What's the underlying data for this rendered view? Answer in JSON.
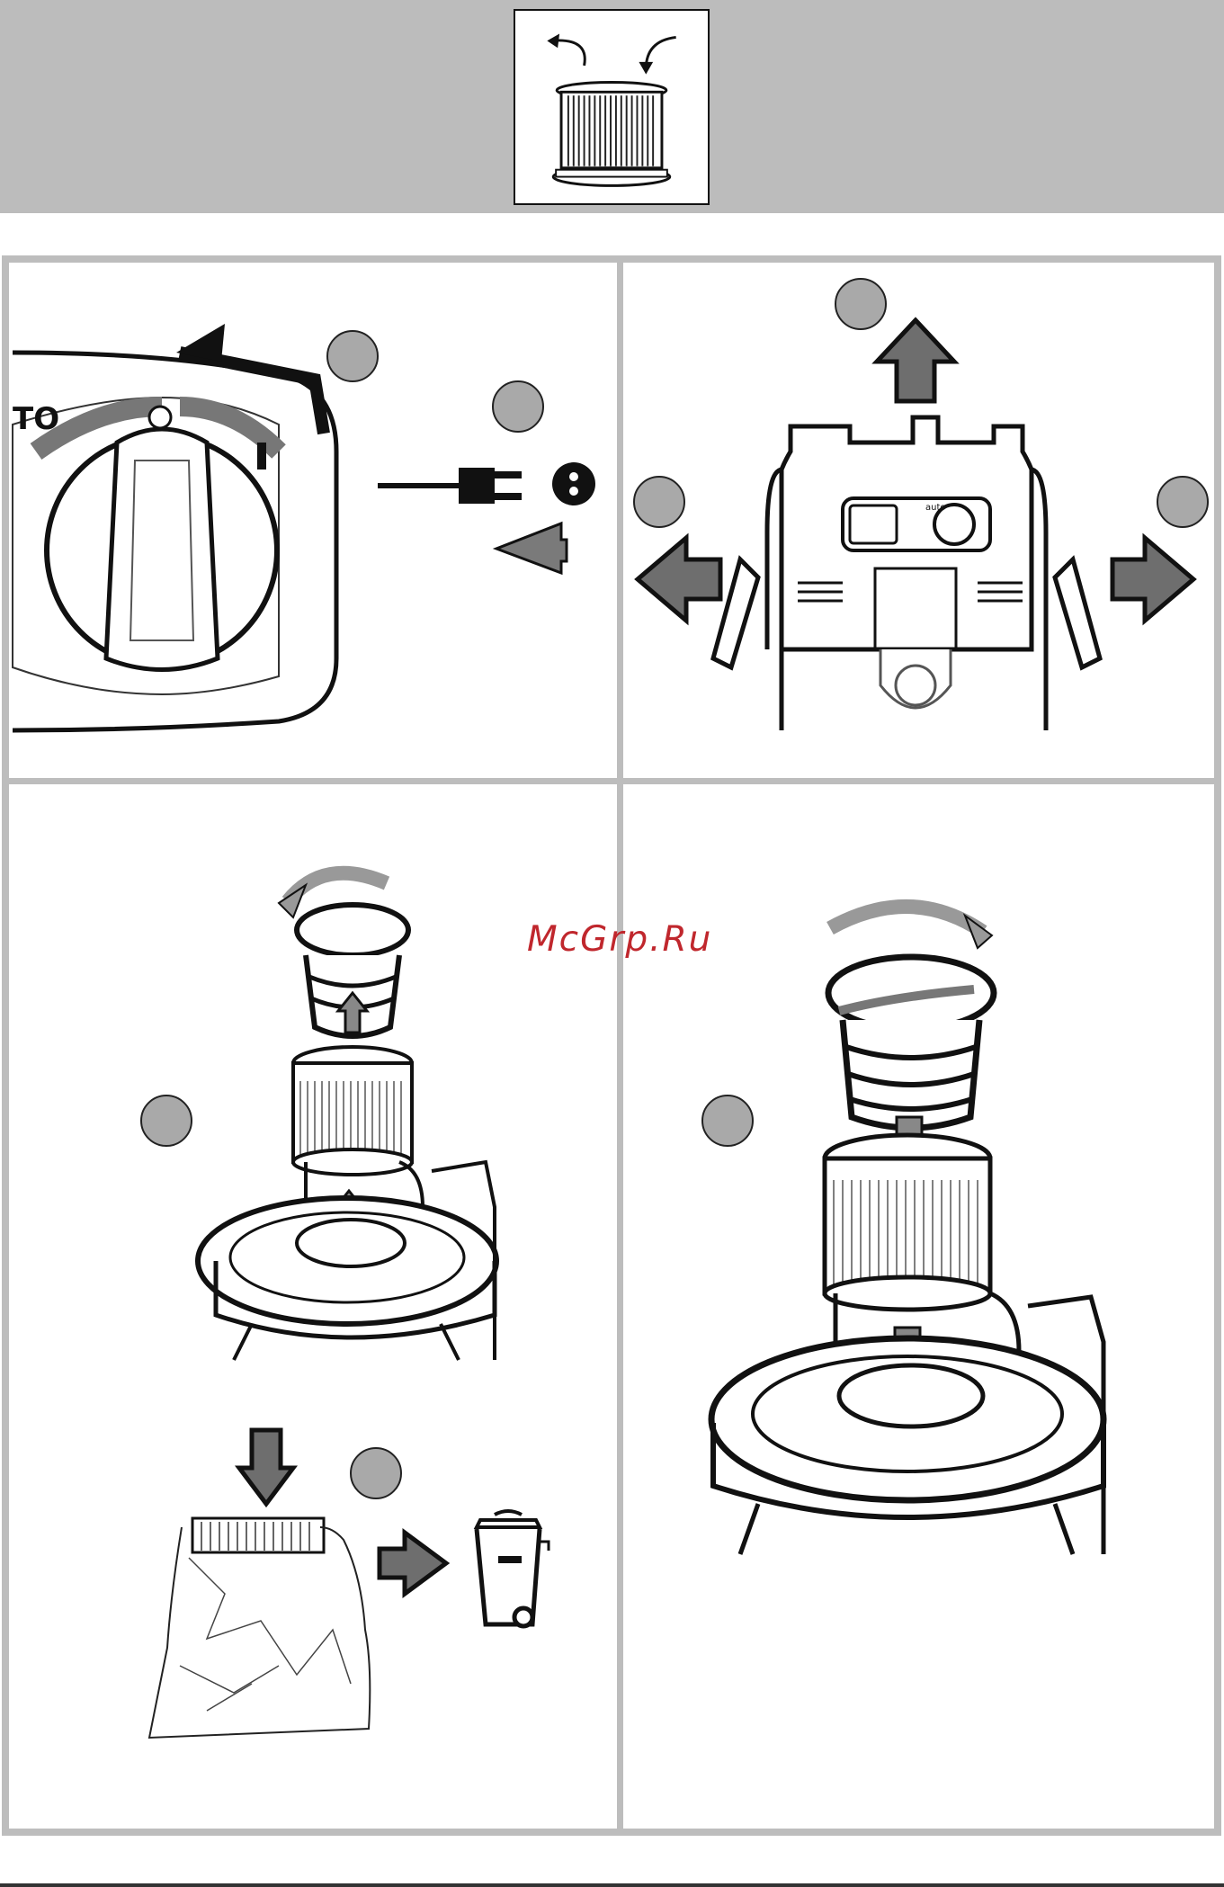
{
  "header": {
    "thumbnail_icon": "filter-cartridge-rotate-icon"
  },
  "panels": [
    {
      "id": "switch-off-unplug",
      "icons": [
        "rotary-switch-icon",
        "power-plug-icon",
        "step-marker-icon"
      ]
    },
    {
      "id": "release-motor-head",
      "icons": [
        "motor-head-icon",
        "arrow-up-icon",
        "arrow-left-icon",
        "arrow-right-icon"
      ]
    },
    {
      "id": "remove-dispose-filter",
      "icons": [
        "filter-basket-icon",
        "filter-cartridge-icon",
        "plastic-bag-icon",
        "waste-bin-icon"
      ]
    },
    {
      "id": "insert-new-filter",
      "icons": [
        "filter-basket-icon",
        "filter-cartridge-icon",
        "arrow-down-icon"
      ]
    }
  ],
  "dial": {
    "label_partial": "TO",
    "position_off": "O",
    "position_on": "I"
  },
  "motor_head": {
    "dial_label": "auto"
  },
  "colors": {
    "band": "#bcbcbc",
    "frame": "#bdbdbd",
    "arrow_fill": "#6e6e6e",
    "marker_fill": "#a9a9a9",
    "watermark": "#c0272d"
  },
  "watermark": "McGrp.Ru"
}
